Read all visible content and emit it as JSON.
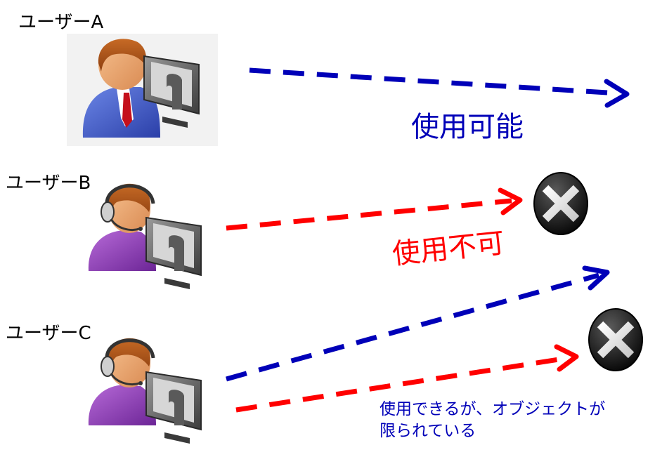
{
  "colors": {
    "blue": "#0000b8",
    "red": "#ff0000",
    "badge": "#111111"
  },
  "users": [
    {
      "label": "ユーザーA",
      "avatar": "businessman-at-computer-icon"
    },
    {
      "label": "ユーザーB",
      "avatar": "headset-operator-at-computer-icon"
    },
    {
      "label": "ユーザーC",
      "avatar": "headset-operator-at-computer-icon"
    }
  ],
  "captions": {
    "available": "使用可能",
    "unavailable": "使用不可",
    "limited_line1": "使用できるが、オブジェクトが",
    "limited_line2": "限られている"
  },
  "icons": {
    "denied": "x-circle-icon"
  }
}
